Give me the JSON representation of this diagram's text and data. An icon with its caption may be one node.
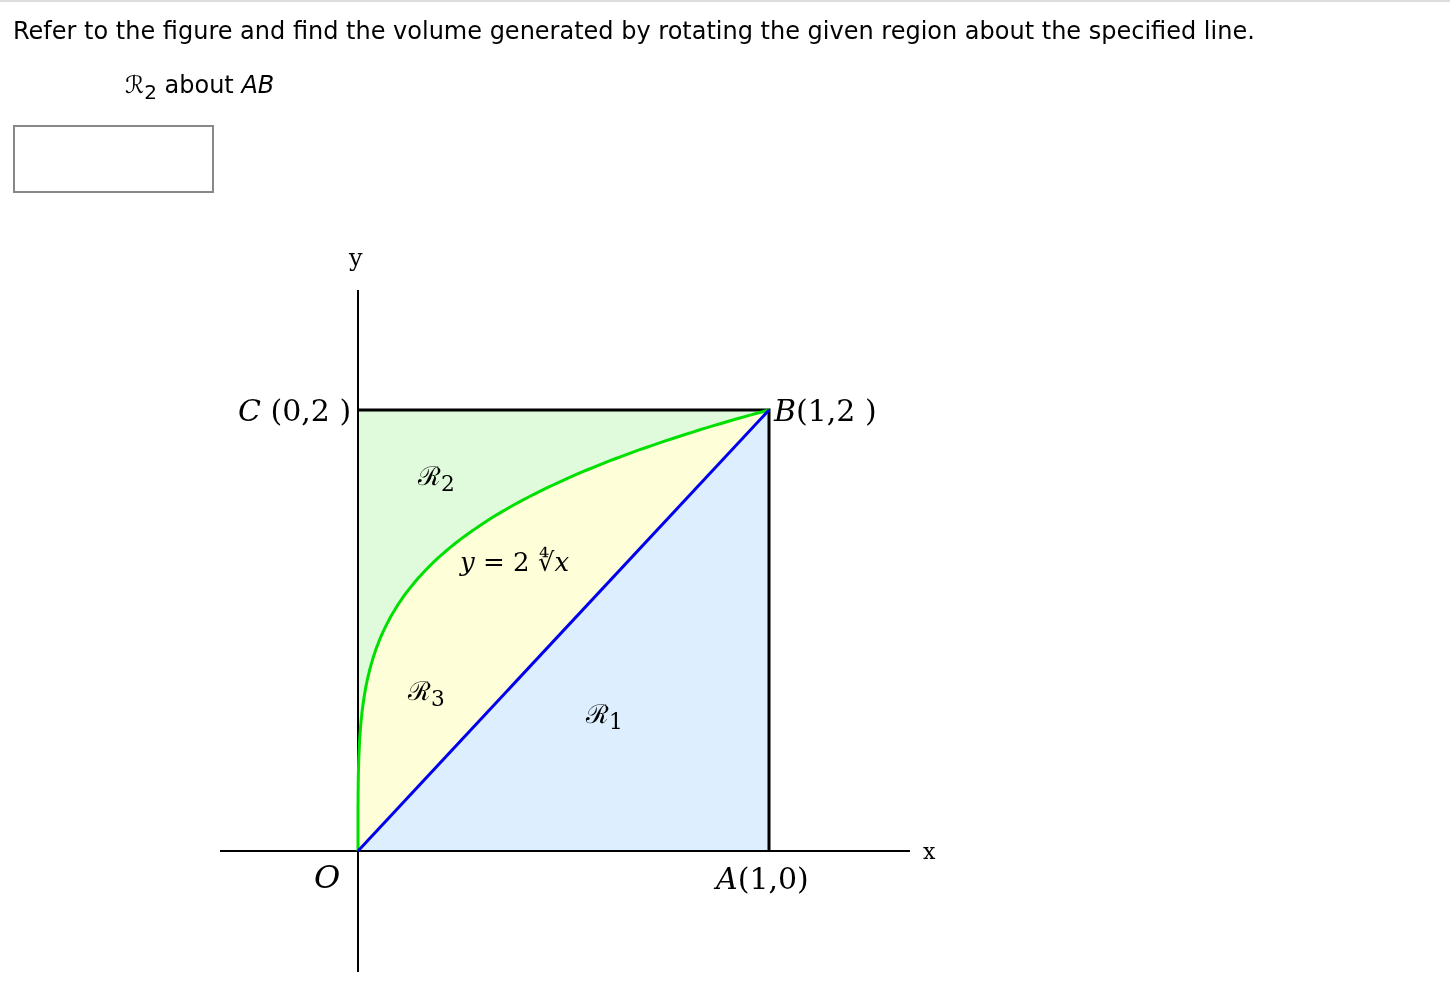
{
  "diagram": {
    "title": "Refer to the figure and find the volume generated by rotating the given region about the specified line.",
    "labels": [
      "ℛ$_{2}$ about *AB*",
      "y",
      "*C* (0,2 )",
      "*B*(1,2 )",
      "ℛ$_{2}$",
      "*y* = 2 ∜*x*",
      "ℛ$_{3}$",
      "ℛ$_{1}$",
      "x",
      "*O*",
      "*A*(1,0)"
    ]
  }
}
